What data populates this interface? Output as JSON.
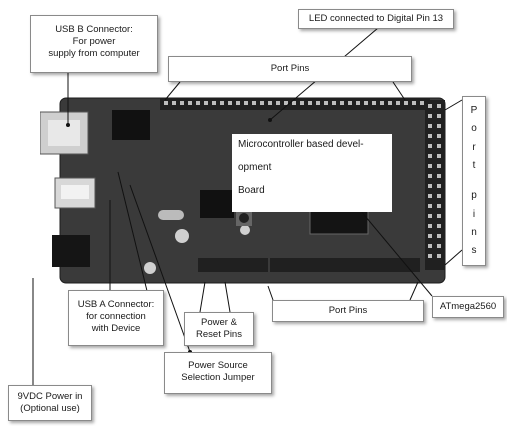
{
  "labels": {
    "usb_b": "USB B Connector:\nFor  power\nsupply from computer",
    "led": "LED connected to Digital Pin 13",
    "port_pins_top": "Port Pins",
    "port_pins_right": [
      "P",
      "o",
      "r",
      "t",
      "p",
      "i",
      "n",
      "s"
    ],
    "board_note_line1": "Microcontroller based devel-",
    "board_note_line2": "opment",
    "board_note_line3": "Board",
    "usb_a": "USB A Connector:\nfor connection\nwith  Device",
    "power_reset": "Power &\nReset Pins",
    "port_pins_bottom": "Port Pins",
    "atmega": "ATmega2560",
    "power_source": "Power Source\nSelection Jumper",
    "vdc": "9VDC Power in\n(Optional use)"
  },
  "colors": {
    "board": "#2e2e2e",
    "line": "#111111",
    "box_border": "#8a8a8a"
  }
}
